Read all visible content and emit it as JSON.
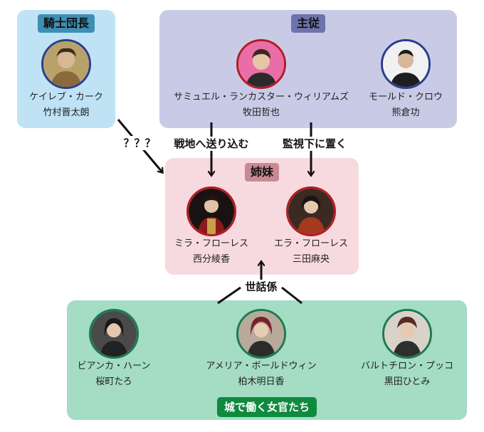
{
  "groups": {
    "knight": {
      "label": "騎士団長"
    },
    "master": {
      "label": "主従"
    },
    "sisters": {
      "label": "姉妹"
    },
    "maids": {
      "label": "城で働く女官たち"
    }
  },
  "people": {
    "caleb": {
      "role": "ケイレブ・カーク",
      "actor": "竹村晋太朗"
    },
    "samuel": {
      "role": "サミュエル・ランカスター・ウィリアムズ",
      "actor": "牧田哲也"
    },
    "mold": {
      "role": "モールド・クロウ",
      "actor": "熊倉功"
    },
    "mira": {
      "role": "ミラ・フローレス",
      "actor": "西分綾香"
    },
    "ella": {
      "role": "エラ・フローレス",
      "actor": "三田麻央"
    },
    "bianca": {
      "role": "ビアンカ・ハーン",
      "actor": "桜町たろ"
    },
    "amelia": {
      "role": "アメリア・ボールドウィン",
      "actor": "柏木明日香"
    },
    "bartolon": {
      "role": "バルトチロン・プッコ",
      "actor": "黒田ひとみ"
    }
  },
  "edges": {
    "unknown": "？？？",
    "send_to_war": "戦地へ送り込む",
    "surveillance": "監視下に置く",
    "caretaker": "世話係"
  },
  "colors": {
    "knight_bg": "#bfe3f5",
    "master_bg": "#c9cbe6",
    "sisters_bg": "#f7dadf",
    "maids_bg": "#a4dcc4",
    "maids_badge": "#0f8a3e"
  }
}
